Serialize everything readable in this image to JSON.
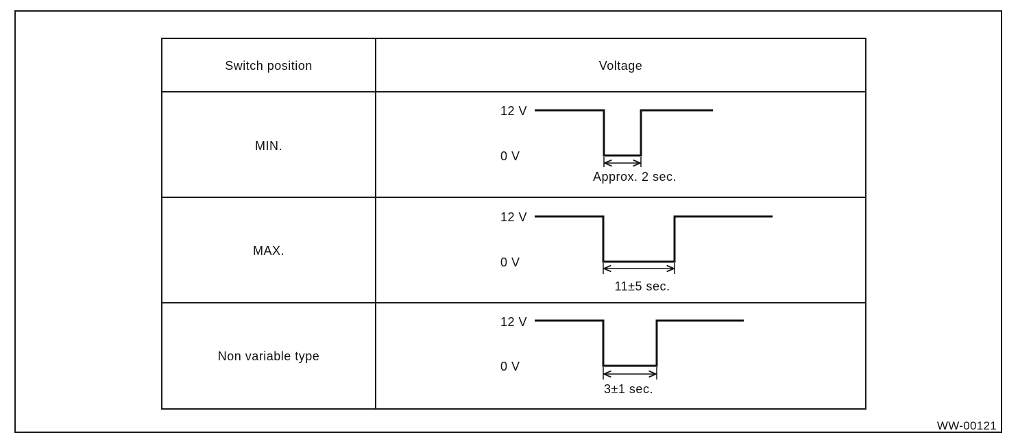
{
  "table": {
    "header": {
      "col1": "Switch position",
      "col2": "Voltage"
    },
    "rows": [
      {
        "position": "MIN.",
        "high_label": "12 V",
        "low_label": "0 V",
        "duration": "Approx. 2 sec."
      },
      {
        "position": "MAX.",
        "high_label": "12 V",
        "low_label": "0 V",
        "duration": "11±5 sec."
      },
      {
        "position": "Non variable type",
        "high_label": "12 V",
        "low_label": "0 V",
        "duration": "3±1 sec."
      }
    ]
  },
  "figure_code": "WW-00121"
}
